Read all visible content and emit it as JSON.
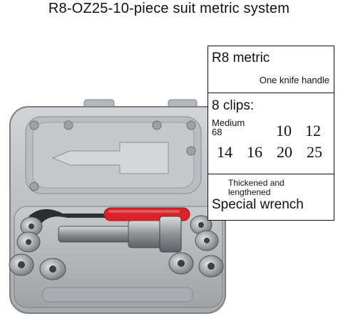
{
  "title": "R8-OZ25-10-piece suit metric system",
  "panel": {
    "r8_label": "R8 metric",
    "knife_label": "One knife handle",
    "clips_label": "8 clips:",
    "medium_label": "Medium",
    "sixty_eight": "68",
    "sizes": [
      "10",
      "12",
      "14",
      "16",
      "20",
      "25"
    ],
    "thickened_line1": "Thickened and",
    "thickened_line2": "lengthened",
    "wrench_label": "Special wrench"
  },
  "colors": {
    "case": "#bfc1c4",
    "handle": "#d8232a",
    "metal": "#8f9297"
  }
}
